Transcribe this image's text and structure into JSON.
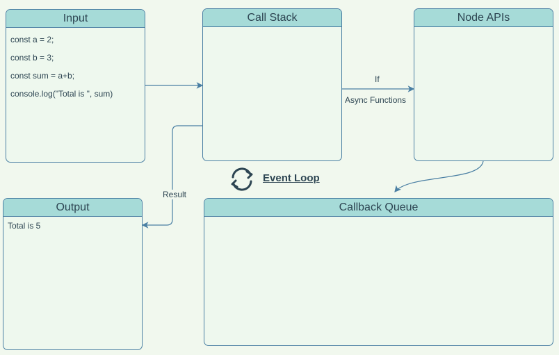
{
  "panels": {
    "input": {
      "title": "Input",
      "lines": [
        "const a = 2;",
        "const b = 3;",
        "const sum = a+b;",
        "console.log(\"Total is \", sum)"
      ]
    },
    "call_stack": {
      "title": "Call Stack"
    },
    "node_apis": {
      "title": "Node APIs"
    },
    "output": {
      "title": "Output",
      "lines": [
        "Total is 5"
      ]
    },
    "callback_queue": {
      "title": "Callback Queue"
    }
  },
  "edges": {
    "to_node_apis": {
      "label_top": "If",
      "label_bottom": "Async Functions"
    },
    "to_output": {
      "label": "Result"
    }
  },
  "event_loop": {
    "label": "Event Loop",
    "icon": "refresh-cycle-icon"
  },
  "colors": {
    "background": "#f1f8ee",
    "header_fill": "#a6dbd8",
    "stroke": "#4a7fa3",
    "text": "#2d4552"
  }
}
